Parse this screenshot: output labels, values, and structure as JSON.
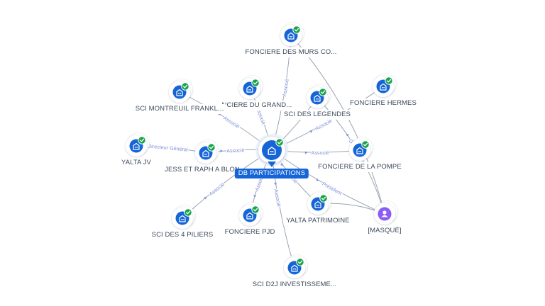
{
  "center": {
    "label": "DB PARTICIPATIONS",
    "icon": "company-icon"
  },
  "nodes": [
    {
      "id": "murs",
      "label": "FONCIERE DES MURS CO...",
      "icon": "company-icon",
      "verified": true
    },
    {
      "id": "grand",
      "label": "NCIERE DU GRAND...",
      "icon": "company-icon",
      "verified": true
    },
    {
      "id": "legendes",
      "label": "SCI DES LEGENDES",
      "icon": "company-icon",
      "verified": true
    },
    {
      "id": "hermes",
      "label": "FONCIERE HERMES",
      "icon": "company-icon",
      "verified": true
    },
    {
      "id": "montreuil",
      "label": "SCI MONTREUIL FRANKL...",
      "icon": "company-icon",
      "verified": true
    },
    {
      "id": "yaltajv",
      "label": "YALTA JV",
      "icon": "company-icon",
      "verified": true
    },
    {
      "id": "jess",
      "label": "JESS ET RAPH A BLON",
      "icon": "company-icon",
      "verified": true
    },
    {
      "id": "pompe",
      "label": "FONCIERE DE LA POMPE",
      "icon": "company-icon",
      "verified": true
    },
    {
      "id": "piliers",
      "label": "SCI DES 4 PILIERS",
      "icon": "company-icon",
      "verified": true
    },
    {
      "id": "pjd",
      "label": "FONCIERE PJD",
      "icon": "company-icon",
      "verified": true
    },
    {
      "id": "yaltapat",
      "label": "YALTA PATRIMOINE",
      "icon": "company-icon",
      "verified": true
    },
    {
      "id": "masque",
      "label": "[MASQUÉ]",
      "icon": "person-icon",
      "verified": false
    },
    {
      "id": "d2j",
      "label": "SCI D2J INVESTISSEME...",
      "icon": "company-icon",
      "verified": true
    }
  ],
  "edges": [
    {
      "from": "center",
      "to": "murs",
      "label": "Associé"
    },
    {
      "from": "center",
      "to": "grand",
      "label": "Associé"
    },
    {
      "from": "center",
      "to": "legendes",
      "label": ""
    },
    {
      "from": "center",
      "to": "hermes",
      "label": "Associé"
    },
    {
      "from": "center",
      "to": "montreuil",
      "label": "Associé"
    },
    {
      "from": "center",
      "to": "jess",
      "label": "Associé"
    },
    {
      "from": "jess",
      "to": "yaltajv",
      "label": "Directeur Général"
    },
    {
      "from": "center",
      "to": "pompe",
      "label": "Associé"
    },
    {
      "from": "center",
      "to": "piliers",
      "label": "Associé"
    },
    {
      "from": "center",
      "to": "pjd",
      "label": "Associé"
    },
    {
      "from": "center",
      "to": "yaltapat",
      "label": "Associé"
    },
    {
      "from": "center",
      "to": "d2j",
      "label": "Associé"
    },
    {
      "from": "center",
      "to": "masque",
      "label": "Président"
    },
    {
      "from": "masque",
      "to": "murs",
      "label": ""
    },
    {
      "from": "masque",
      "to": "legendes",
      "label": "Gérant"
    },
    {
      "from": "masque",
      "to": "yaltapat",
      "label": ""
    }
  ],
  "colors": {
    "node_fill": "#1565d8",
    "check": "#16a34a",
    "person": "#8b5cf6",
    "edge": "#9aa4b2",
    "edge_label": "#7b8fd6",
    "label_text": "#3d4a5c"
  }
}
